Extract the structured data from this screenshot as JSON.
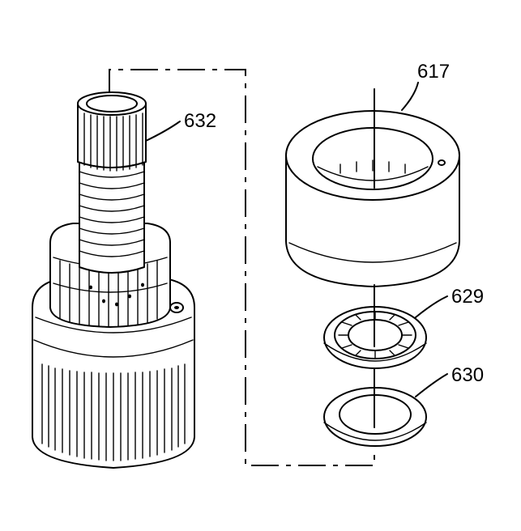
{
  "diagram": {
    "colors": {
      "line": "#000000",
      "background": "#ffffff"
    },
    "callouts": [
      {
        "id": "part-632",
        "label": "632"
      },
      {
        "id": "part-617",
        "label": "617"
      },
      {
        "id": "part-629",
        "label": "629"
      },
      {
        "id": "part-630",
        "label": "630"
      }
    ]
  }
}
